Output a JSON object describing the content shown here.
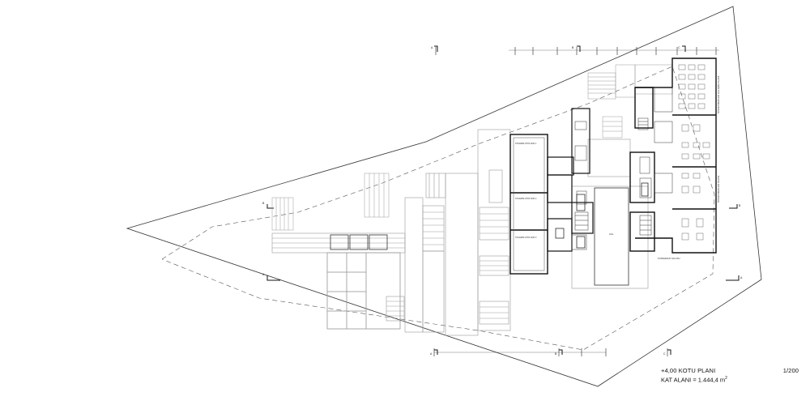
{
  "drawing": {
    "title": "+4,00 KOTU PLANI",
    "scale": "1/200",
    "area_label": "KAT ALANI = 1.444,4 m",
    "area_unit_sup": "2"
  },
  "section_markers": {
    "a_top": "A",
    "b_top": "B",
    "c_top": "C",
    "a_bottom": "A",
    "b_bottom": "B",
    "c_bottom": "C",
    "a_right": "A",
    "b_left": "B"
  },
  "vertical_labels": {
    "upper": "ÖĞRETMENLER ÇALIŞMA ALANI",
    "lower": "ÖĞRETMENLER ODASI"
  },
  "room_labels": {
    "class_1": "TASARIM ATÖLYESİ 1",
    "class_2": "TASARIM ATÖLYESİ 2",
    "class_3": "TASARIM ATÖLYESİ 3",
    "lower_right": "KONFERANS SALONU",
    "center": "HOL"
  },
  "colors": {
    "line": "#222222",
    "light_line": "#9a9a9a",
    "dashed": "#555555"
  }
}
